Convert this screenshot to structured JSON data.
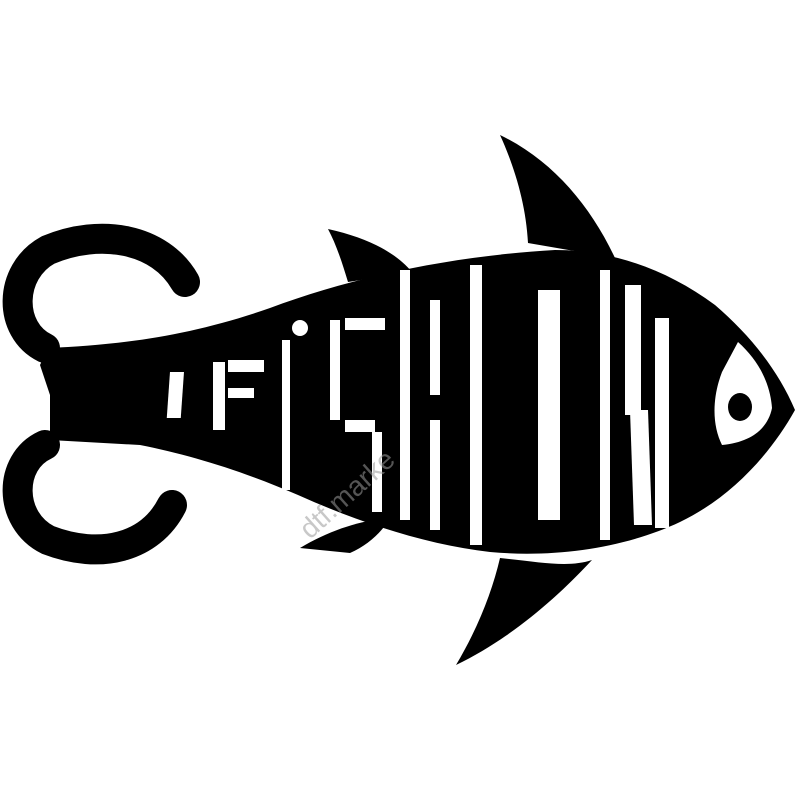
{
  "logo": {
    "wordmark": "FISHON",
    "letters": [
      "F",
      "I",
      "S",
      "H",
      "O",
      "N"
    ],
    "watermark": "dtf.marke",
    "colors": {
      "ink": "#000000",
      "background": "#ffffff",
      "watermark": "#9a9a9a"
    },
    "icons": [
      "fish-silhouette",
      "treble-hook-icon",
      "fish-eye-icon"
    ]
  }
}
